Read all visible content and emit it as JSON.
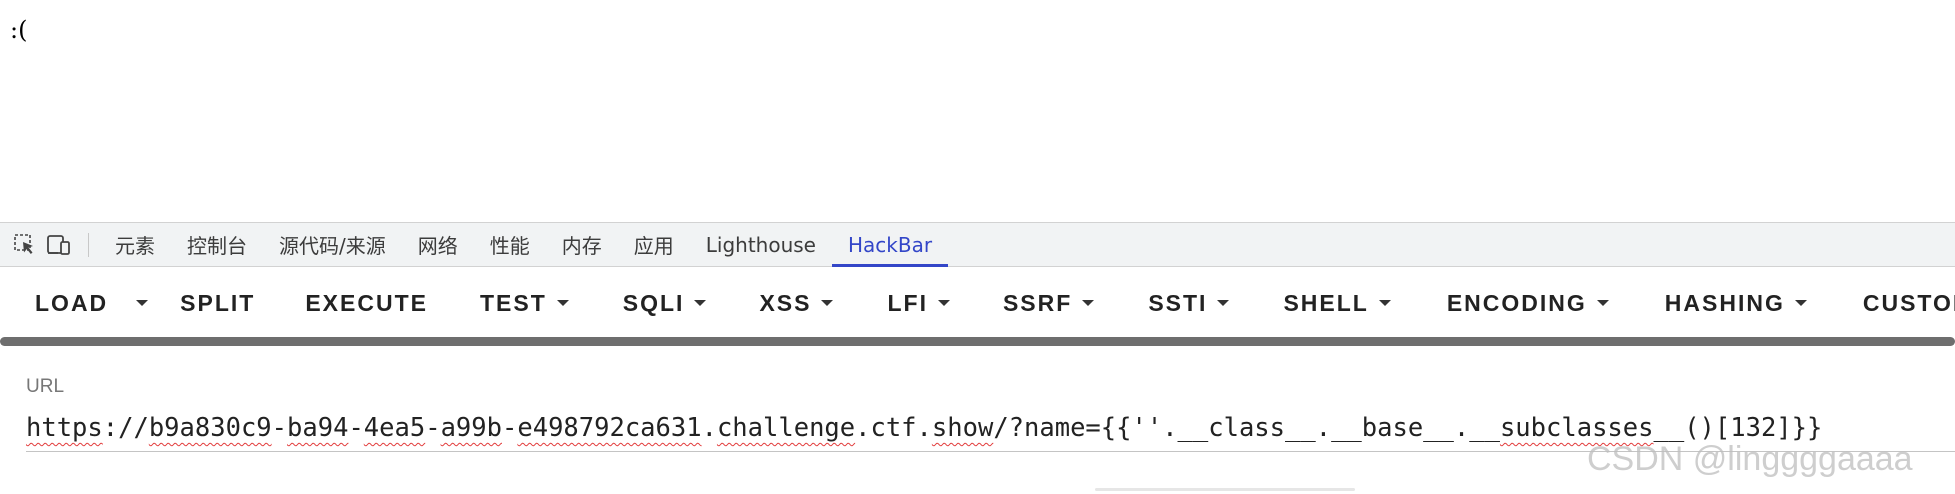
{
  "page": {
    "body_text": ":("
  },
  "devtools": {
    "tabs": [
      {
        "label": "元素"
      },
      {
        "label": "控制台"
      },
      {
        "label": "源代码/来源"
      },
      {
        "label": "网络"
      },
      {
        "label": "性能"
      },
      {
        "label": "内存"
      },
      {
        "label": "应用"
      },
      {
        "label": "Lighthouse"
      },
      {
        "label": "HackBar",
        "active": true
      }
    ],
    "icons": [
      "inspect-element-icon",
      "device-toolbar-icon"
    ],
    "accent_color": "#3346c8"
  },
  "hackbar": {
    "buttons": {
      "load": "LOAD",
      "split": "SPLIT",
      "execute": "EXECUTE",
      "test": "TEST",
      "sqli": "SQLI",
      "xss": "XSS",
      "lfi": "LFI",
      "ssrf": "SSRF",
      "ssti": "SSTI",
      "shell": "SHELL",
      "encoding": "ENCODING",
      "hashing": "HASHING",
      "custom": "CUSTOM"
    },
    "url_label": "URL",
    "url_parts": {
      "p0": "https",
      "p1": "://",
      "p2": "b9a830c9",
      "p3": "-",
      "p4": "ba94",
      "p5": "-",
      "p6": "4ea5",
      "p7": "-",
      "p8": "a99b",
      "p9": "-",
      "p10": "e498792ca631",
      "p11": ".",
      "p12": "challenge",
      "p13": ".ctf.",
      "p14": "show",
      "p15": "/?name={{''.__class__.__base__.__",
      "p16": "subclasses",
      "p17": "__()[132]}}"
    }
  },
  "watermark": "CSDN @linggggaaaa"
}
